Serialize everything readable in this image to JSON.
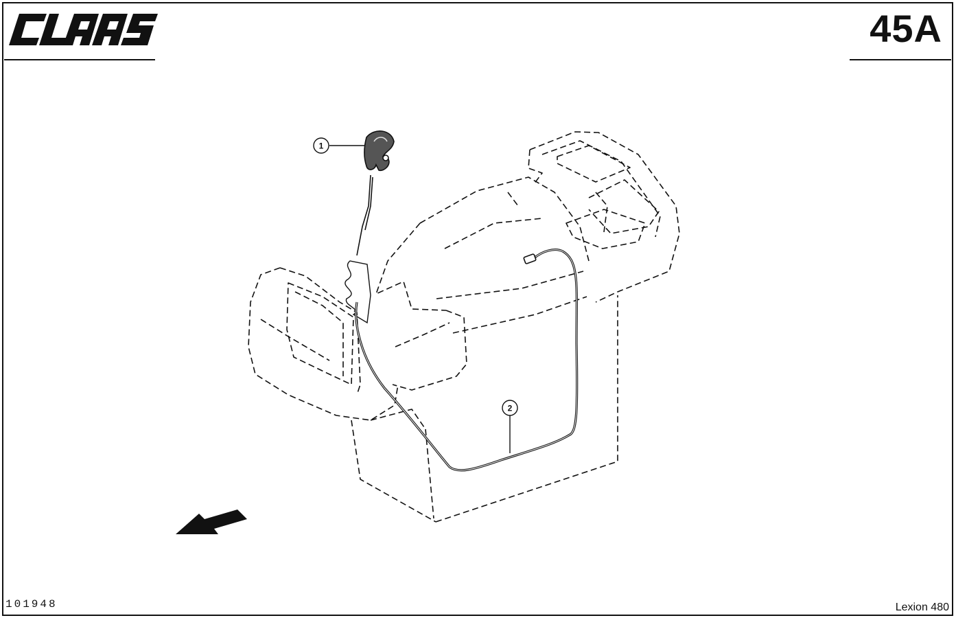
{
  "header": {
    "brand": "CLAAS",
    "sheet_number": "45A"
  },
  "drawing": {
    "callouts": [
      {
        "label": "1",
        "part": "gear-lever-knob"
      },
      {
        "label": "2",
        "part": "cable-harness"
      }
    ],
    "direction_icon": "direction-arrow-icon",
    "line_color": "#111111"
  },
  "footer": {
    "drawing_number": "101948",
    "model": "Lexion 480"
  }
}
